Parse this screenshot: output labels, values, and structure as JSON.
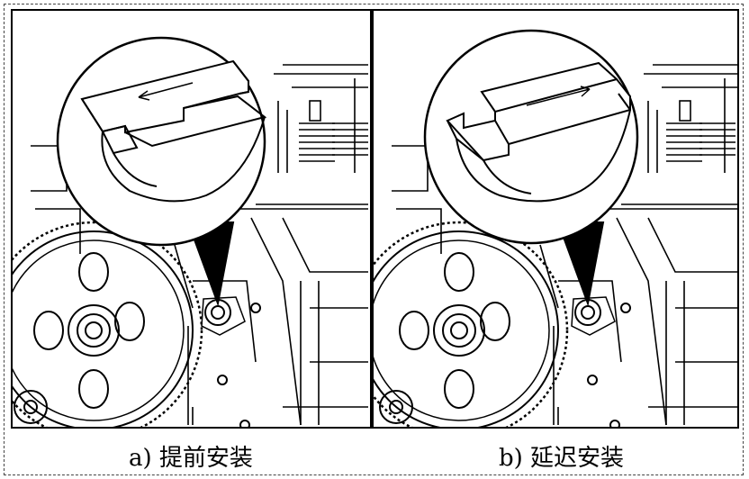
{
  "figure": {
    "caption_a": "a) 提前安装",
    "caption_b": "b) 延迟安装"
  },
  "panels": [
    {
      "id": "a",
      "arrow_direction": "left"
    },
    {
      "id": "b",
      "arrow_direction": "right"
    }
  ],
  "colors": {
    "line": "#000000",
    "background": "#ffffff",
    "border_dash": "#444444"
  }
}
